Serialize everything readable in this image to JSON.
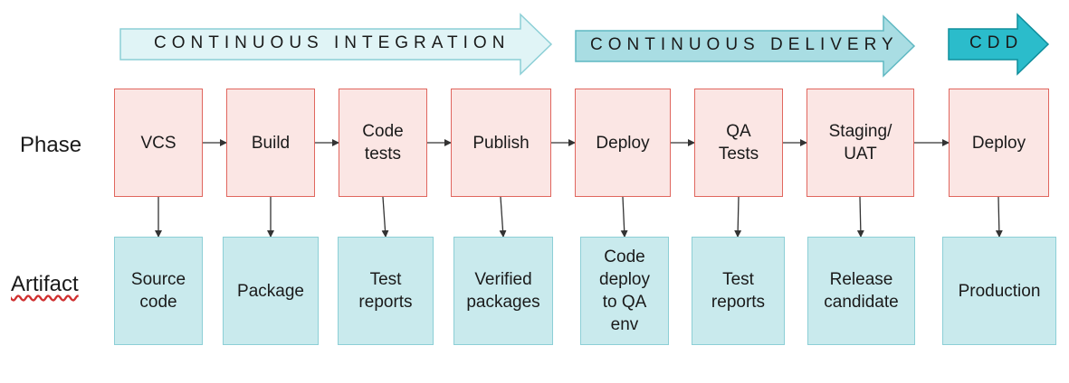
{
  "stages": [
    {
      "label": "CONTINUOUS INTEGRATION",
      "fill": "#e0f4f6",
      "stroke": "#8ccfd6"
    },
    {
      "label": "CONTINUOUS DELIVERY",
      "fill": "#a9dde3",
      "stroke": "#5fb8c2"
    },
    {
      "label": "CDD",
      "fill": "#2bbccb",
      "stroke": "#0f8e9c"
    }
  ],
  "row_labels": {
    "phase": "Phase",
    "artifact": "Artifact"
  },
  "phases": [
    "VCS",
    "Build",
    "Code\ntests",
    "Publish",
    "Deploy",
    "QA\nTests",
    "Staging/\nUAT",
    "Deploy"
  ],
  "artifacts": [
    "Source\ncode",
    "Package",
    "Test\nreports",
    "Verified\npackages",
    "Code\ndeploy\nto QA\nenv",
    "Test\nreports",
    "Release\ncandidate",
    "Production"
  ],
  "colors": {
    "phase_fill": "#fbe6e4",
    "phase_border": "#e0665e",
    "artifact_fill": "#c9eaed",
    "artifact_border": "#8ccfd6",
    "arrow": "#333333"
  }
}
